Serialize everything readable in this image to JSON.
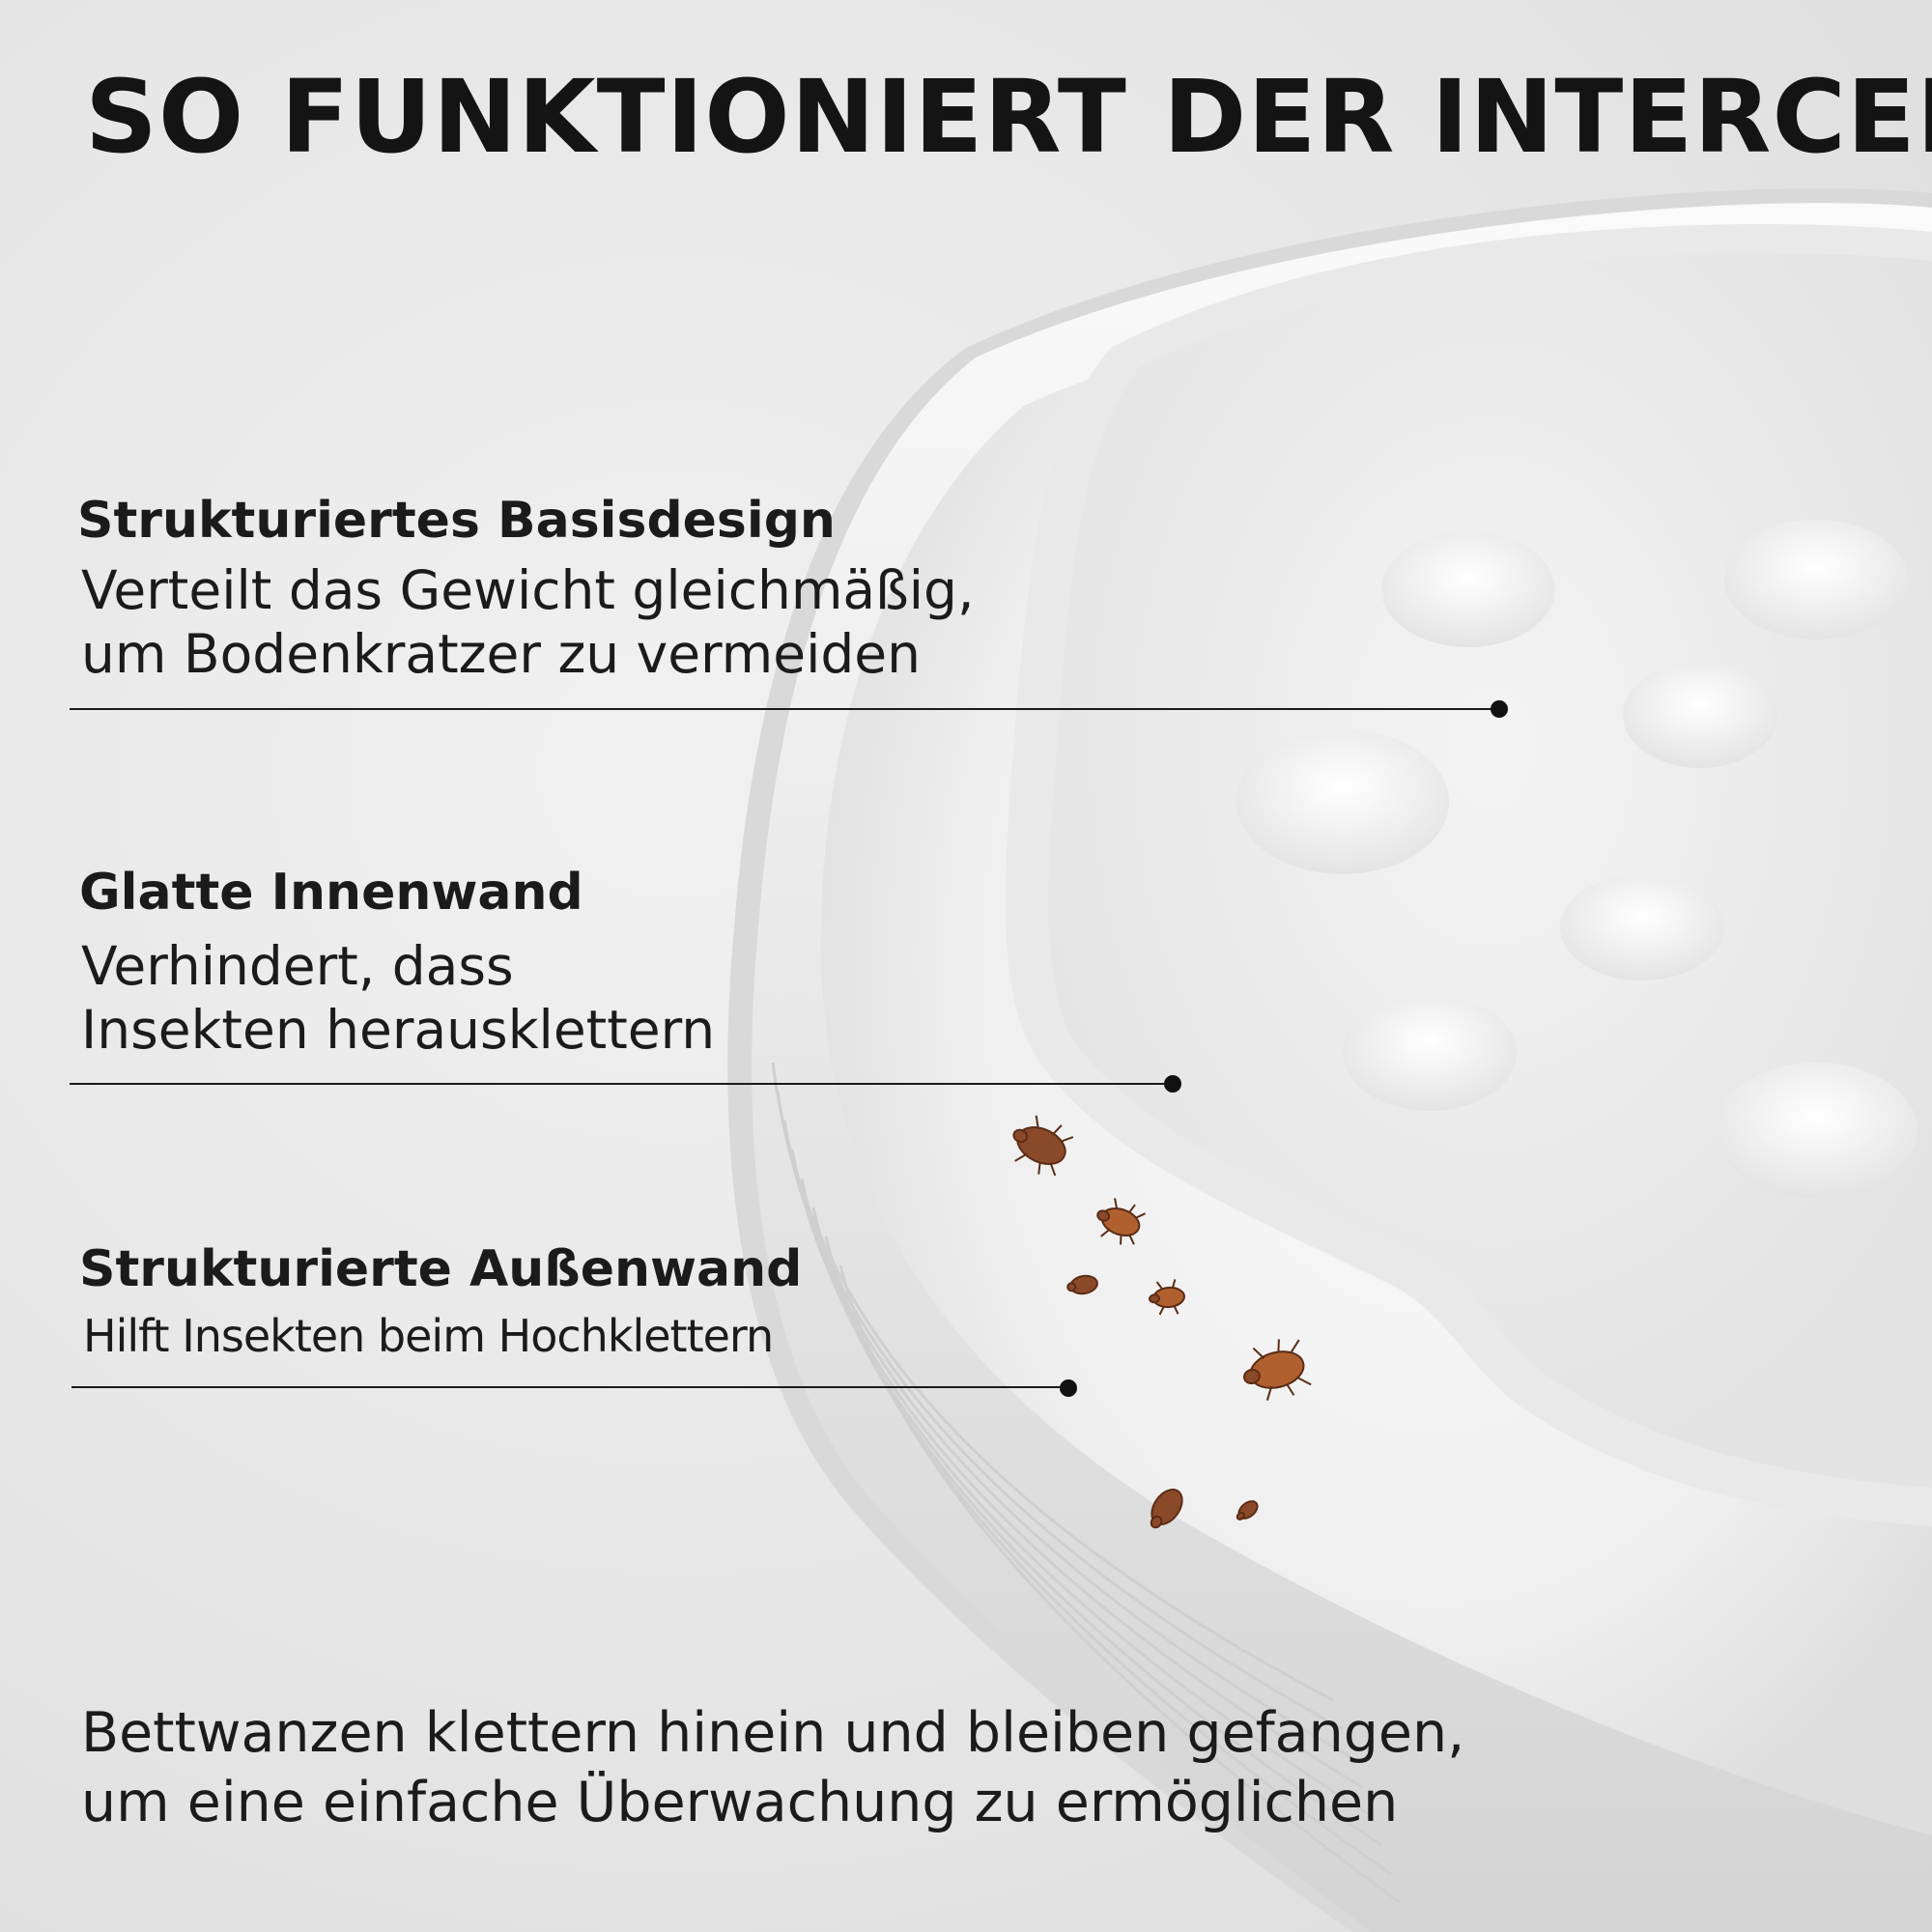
{
  "title": "SO FUNKTIONIERT DER INTERCEPTOR",
  "features": [
    {
      "heading": "Strukturiertes Basisdesign",
      "description": [
        "Verteilt das Gewicht gleichmäßig,",
        "um Bodenkratzer zu vermeiden"
      ]
    },
    {
      "heading": "Glatte Innenwand",
      "description": [
        "Verhindert, dass",
        "Insekten herausklettern"
      ]
    },
    {
      "heading": "Strukturierte Außenwand",
      "description": [
        "Hilft Insekten beim Hochklettern"
      ]
    }
  ],
  "footer": [
    "Bettwanzen klettern hinein und bleiben gefangen,",
    "um eine einfache Überwachung zu ermöglichen"
  ],
  "colors": {
    "text": "#151515",
    "background": "#e6e6e6",
    "bug": "#8a4a2a"
  },
  "icons": [
    "bed-bug-icon"
  ]
}
